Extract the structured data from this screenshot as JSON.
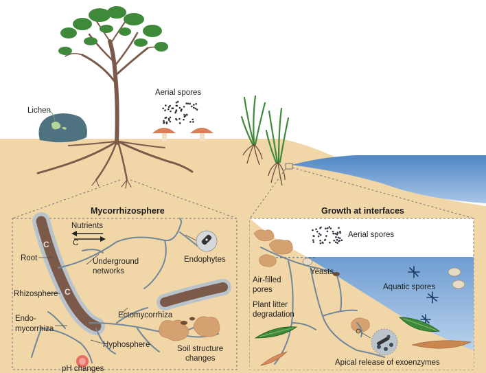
{
  "labels": {
    "lichen": "Lichen",
    "aerial_spores_top": "Aerial spores"
  },
  "left_panel": {
    "title": "Mycorrhizosphere",
    "nutrients": "Nutrients",
    "carbon_arrow": "C",
    "root": "Root",
    "underground_networks_1": "Underground",
    "underground_networks_2": "networks",
    "endophytes": "Endophytes",
    "rhizosphere": "Rhizosphere",
    "root_c_1": "C",
    "root_c_2": "C",
    "endo_1": "Endo-",
    "endo_2": "mycorrhiza",
    "ectomycorrhiza": "Ectomycorrhiza",
    "hyphosphere": "Hyphosphere",
    "ph_changes": "pH changes",
    "soil_structure_1": "Soil structure",
    "soil_structure_2": "changes"
  },
  "right_panel": {
    "title": "Growth at interfaces",
    "aerial_spores": "Aerial spores",
    "yeasts": "Yeasts",
    "air_filled_1": "Air-filled",
    "air_filled_2": "pores",
    "aquatic_spores": "Aquatic spores",
    "plant_litter_1": "Plant litter",
    "plant_litter_2": "degradation",
    "apical_release": "Apical release of exoenzymes"
  },
  "colors": {
    "soil": "#f1d6a8",
    "sky_water": "#5b8fc7",
    "root_brown": "#7b5a4a",
    "hypha": "#8fa3b4",
    "leaf_green": "#3f8a3a",
    "mushroom": "#d9805a"
  }
}
